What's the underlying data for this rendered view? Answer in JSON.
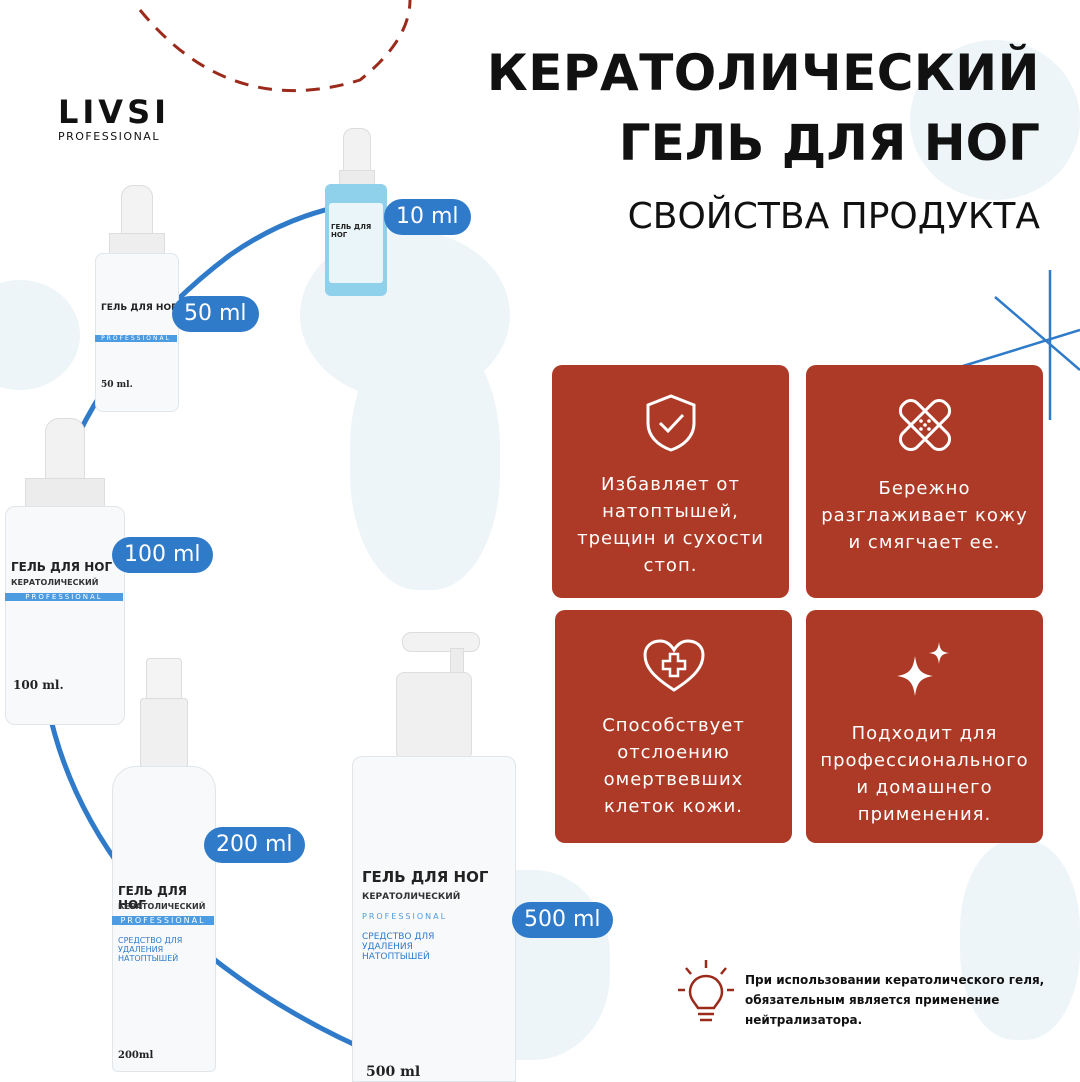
{
  "brand": {
    "name": "LIVSI",
    "tagline": "PROFESSIONAL"
  },
  "title": {
    "line1": "КЕРАТОЛИЧЕСКИЙ",
    "line2": "ГЕЛЬ ДЛЯ НОГ",
    "subtitle": "СВОЙСТВА ПРОДУКТА"
  },
  "colors": {
    "card": "#ad3a27",
    "accent_blue": "#2f7bc9"
  },
  "features": [
    {
      "icon": "shield-check-icon",
      "text": "Избавляет от натоптышей, трещин и сухости стоп."
    },
    {
      "icon": "bandage-icon",
      "text": "Бережно разглаживает кожу и смягчает ее."
    },
    {
      "icon": "heart-plus-icon",
      "text": "Способствует отслоению омертвевших клеток кожи."
    },
    {
      "icon": "sparkles-icon",
      "text": "Подходит для профессионального и домашнего применения."
    }
  ],
  "volumes": [
    "10 ml",
    "50 ml",
    "100 ml",
    "200 ml",
    "500 ml"
  ],
  "bottle_labels": {
    "name": "ГЕЛЬ ДЛЯ НОГ",
    "type": "КЕРАТОЛИЧЕСКИЙ",
    "line": "PROFESSIONAL",
    "purpose": "СРЕДСТВО ДЛЯ УДАЛЕНИЯ НАТОПТЫШЕЙ",
    "vol_50": "50 ml.",
    "vol_100": "100 ml.",
    "vol_200": "200ml",
    "vol_500": "500 ml"
  },
  "note": {
    "icon": "lightbulb-icon",
    "text": "При использовании кератолического геля, обязательным является применение нейтрализатора."
  }
}
